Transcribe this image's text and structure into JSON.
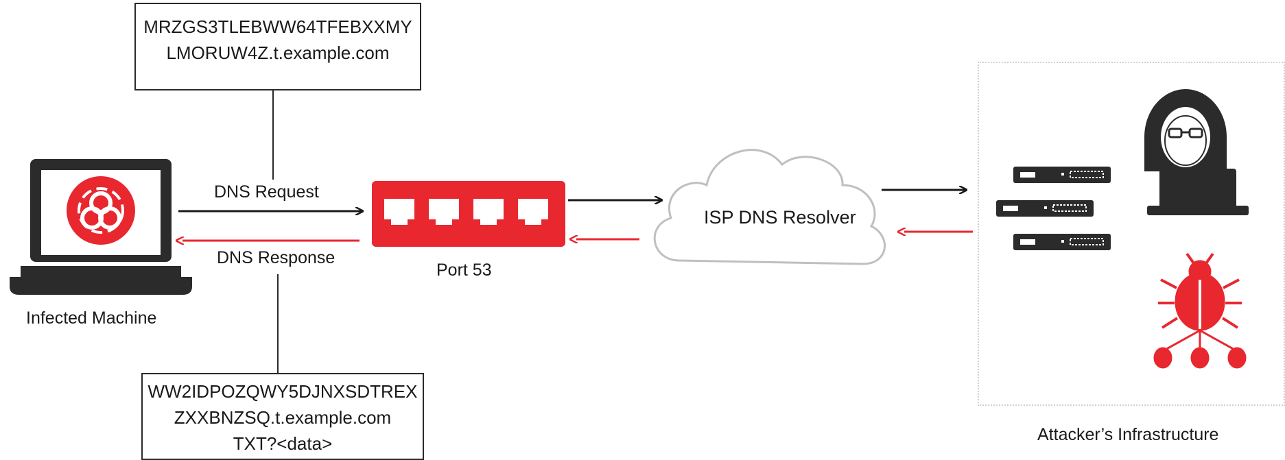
{
  "request_box": {
    "line1": "MRZGS3TLEBWW64TFEBXXMY",
    "line2": "LMORUW4Z.t.example.com"
  },
  "response_box": {
    "line1": "WW2IDPOZQWY5DJNXSDTREX",
    "line2": "ZXXBNZSQ.t.example.com",
    "line3": "TXT?<data>"
  },
  "labels": {
    "dns_request": "DNS Request",
    "dns_response": "DNS Response",
    "infected_machine": "Infected Machine",
    "port": "Port 53",
    "resolver": "ISP DNS Resolver",
    "attacker": "Attacker’s Infrastructure"
  },
  "colors": {
    "accent": "#e8272f",
    "ink": "#1a1a1a",
    "red_arrow": "#e8272f"
  },
  "icons": [
    "biohazard-icon",
    "laptop-icon",
    "switch-icon",
    "cloud-icon",
    "server-icon",
    "hacker-icon",
    "bug-icon"
  ]
}
